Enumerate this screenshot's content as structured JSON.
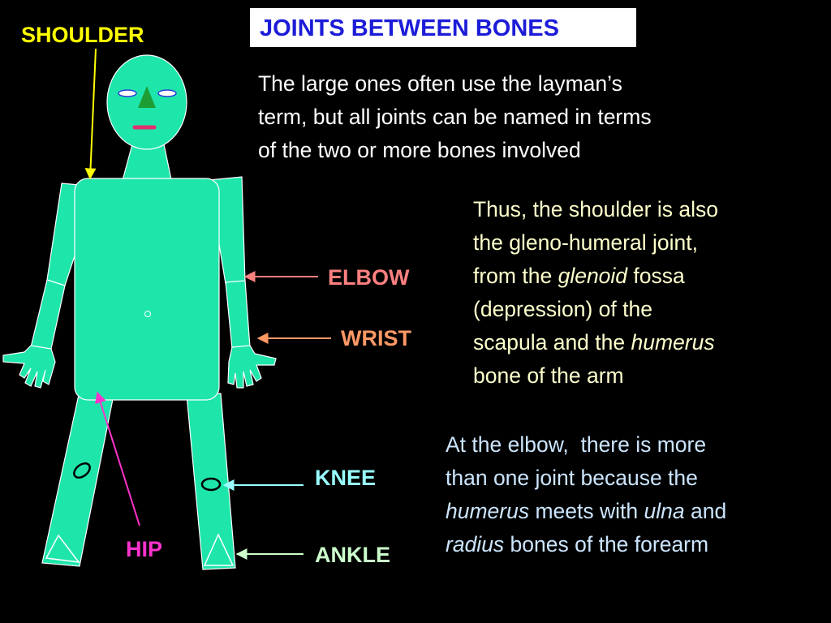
{
  "title": "JOINTS BETWEEN BONES",
  "labels": {
    "shoulder": "SHOULDER",
    "elbow": "ELBOW",
    "wrist": "WRIST",
    "knee": "KNEE",
    "hip": "HIP",
    "ankle": "ANKLE"
  },
  "paragraphs": {
    "intro": {
      "lines": [
        "The large ones often use the layman’s",
        "term, but all joints can be named in terms",
        "of the two or more  bones involved"
      ]
    },
    "shoulder": {
      "l1": "Thus, the shoulder is also",
      "l2": "the gleno-humeral joint,",
      "l3_pre": "from the ",
      "l3_em": "glenoid",
      "l3_post": " fossa",
      "l4": "(depression) of the",
      "l5_pre": "scapula and the ",
      "l5_em": "humerus",
      "l6": "bone of the arm"
    },
    "elbow": {
      "l1": "At the elbow,  there is more",
      "l2": "than one joint because the",
      "l3_em": "humerus",
      "l3_mid": " meets with ",
      "l3_em2": "ulna",
      "l3_post": " and",
      "l4_em": "radius",
      "l4_post": " bones of the forearm"
    }
  },
  "colors": {
    "background": "#000000",
    "body": "#1ee6ab",
    "title_text": "#1c1cd8",
    "shoulder": "#ffff00",
    "elbow": "#ff8080",
    "wrist": "#ff9966",
    "knee": "#99ffff",
    "hip": "#ff33cc",
    "ankle": "#ccffcc",
    "para_intro": "#ffffff",
    "para_shoulder": "#ffffcc",
    "para_elbow": "#cce5ff"
  }
}
